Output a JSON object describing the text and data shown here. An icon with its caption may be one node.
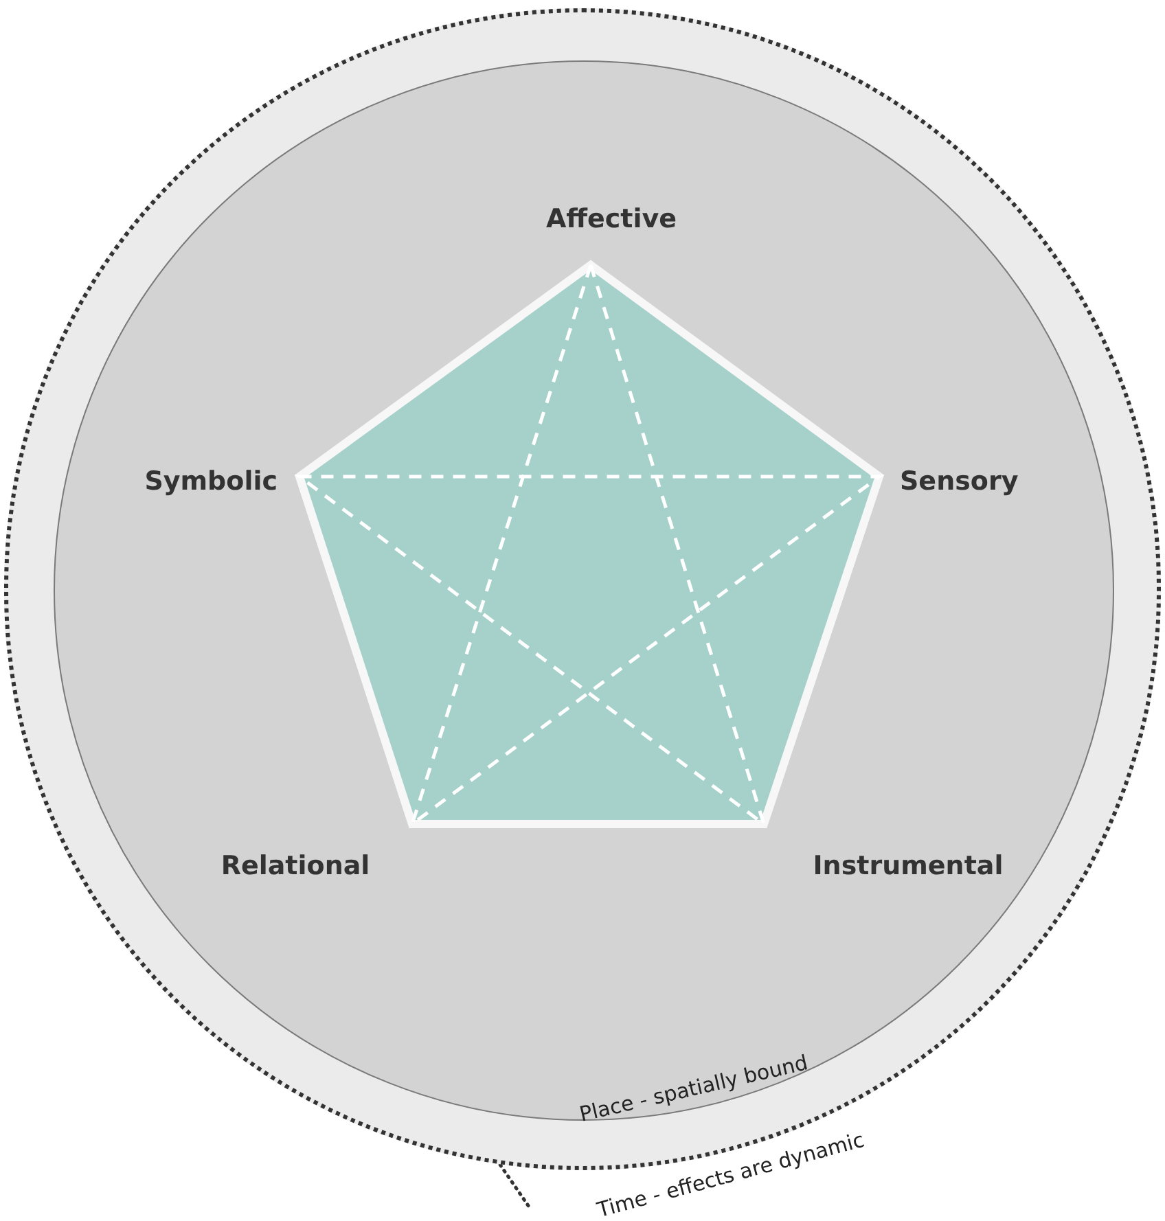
{
  "diagram": {
    "nodes": [
      {
        "text": [
          "Time - effects are dynamic"
        ]
      },
      {
        "text": [
          "Place - spatially bound"
        ],
        "in": 0
      },
      {
        "text": [],
        "shape": "pentagon",
        "in": 1
      }
    ],
    "labels": [
      "Affective",
      "Symbolic",
      "Sensory",
      "Relational",
      "Instrumental"
    ]
  }
}
